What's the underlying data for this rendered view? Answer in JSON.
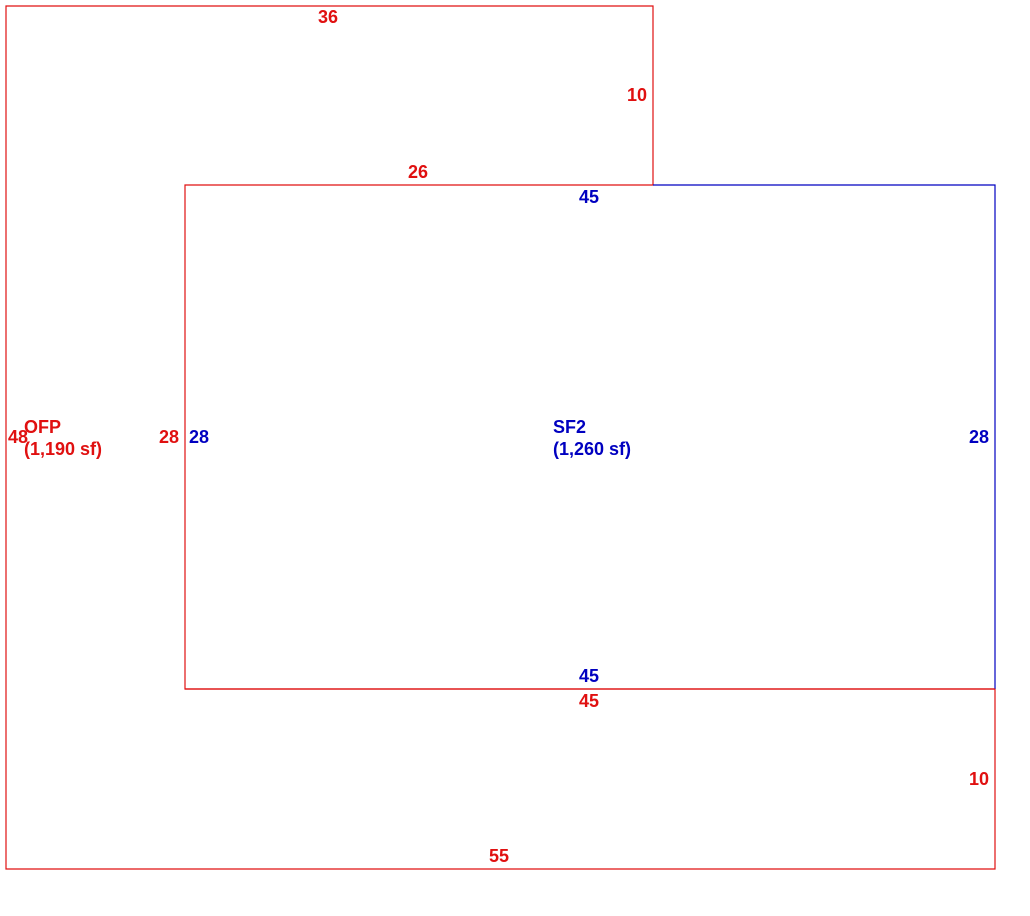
{
  "colors": {
    "ofp": "#e01010",
    "sf2": "#0000c0",
    "background": "#ffffff"
  },
  "ofp": {
    "name": "OFP",
    "area": "(1,190 sf)",
    "dims": {
      "top": "36",
      "upper_right": "10",
      "inner_top": "26",
      "inner_left": "28",
      "left": "48",
      "inner_bottom": "45",
      "lower_right": "10",
      "bottom": "55"
    }
  },
  "sf2": {
    "name": "SF2",
    "area": "(1,260 sf)",
    "dims": {
      "top": "45",
      "left": "28",
      "right": "28",
      "bottom": "45"
    }
  }
}
